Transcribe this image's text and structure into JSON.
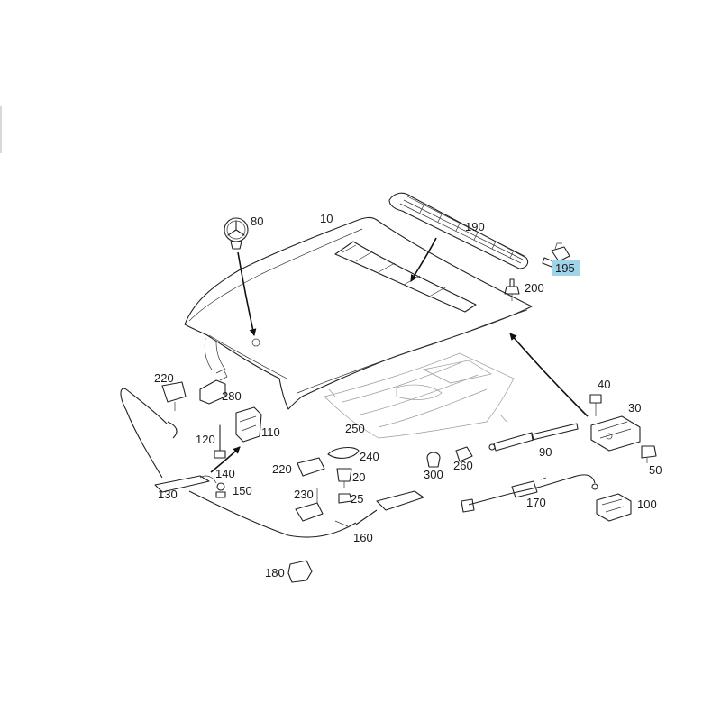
{
  "diagram": {
    "labels": {
      "p10": "10",
      "p20": "20",
      "p25": "25",
      "p30": "30",
      "p40": "40",
      "p50": "50",
      "p80": "80",
      "p90": "90",
      "p100": "100",
      "p110": "110",
      "p120": "120",
      "p130": "130",
      "p140": "140",
      "p150": "150",
      "p160": "160",
      "p170": "170",
      "p180": "180",
      "p190": "190",
      "p195": "195",
      "p200": "200",
      "p220a": "220",
      "p220b": "220",
      "p230": "230",
      "p240": "240",
      "p250": "250",
      "p260": "260",
      "p280": "280",
      "p300": "300"
    },
    "highlight": {
      "label": "p195",
      "color": "#9fd3ea"
    }
  }
}
